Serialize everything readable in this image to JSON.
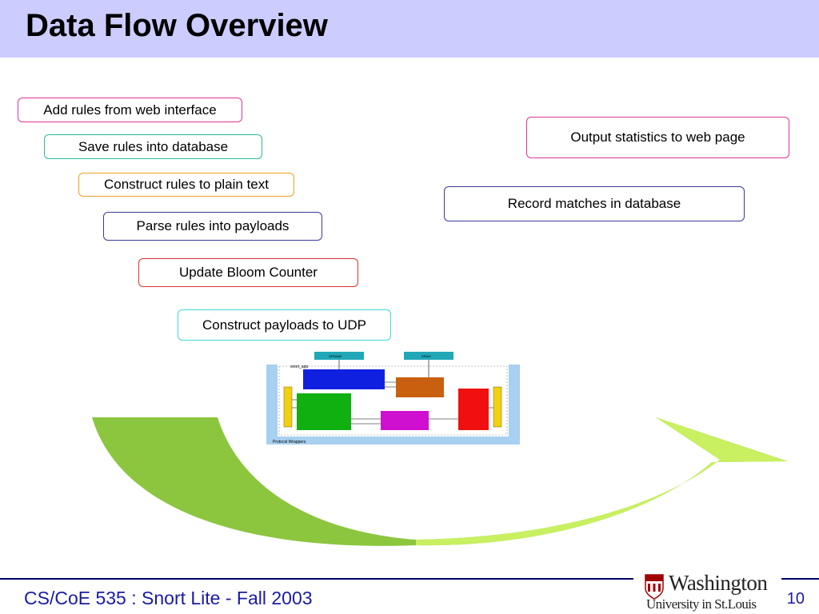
{
  "title": "Data Flow Overview",
  "steps": [
    {
      "label": "Add rules from web interface",
      "border": "#e0359a"
    },
    {
      "label": "Save rules into database",
      "border": "#2fb89c"
    },
    {
      "label": "Construct rules to plain text",
      "border": "#f0a020"
    },
    {
      "label": "Parse rules into payloads",
      "border": "#3a3a9a"
    },
    {
      "label": "Update Bloom Counter",
      "border": "#e03030"
    },
    {
      "label": "Construct payloads to UDP",
      "border": "#40d8d8"
    },
    {
      "label": "Output statistics to web page",
      "border": "#e0359a"
    },
    {
      "label": "Record matches in database",
      "border": "#3a3a9a"
    }
  ],
  "diagram": {
    "label_app": "snort_app",
    "label_sram_left": "SFRAM0",
    "label_sram_right": "SRAM",
    "label_wrappers": "Protocol Wrappers"
  },
  "colors": {
    "title_bar": "#ccccff",
    "arrow_left": "#8cc63f",
    "arrow_right": "#c8f060",
    "footer_text": "#1a1aa6",
    "footer_line": "#000066"
  },
  "footer": {
    "course": "CS/CoE 535 : Snort Lite - Fall 2003",
    "page_number": "10"
  },
  "logo": {
    "line1": "Washington",
    "line2": "University in St.Louis",
    "icon": "university-shield-icon"
  }
}
